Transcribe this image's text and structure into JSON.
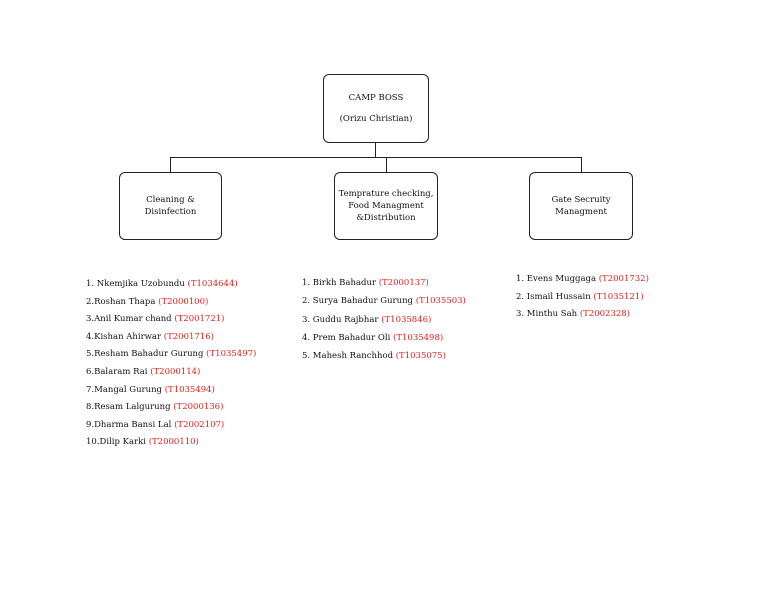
{
  "root": {
    "title": "CAMP BOSS",
    "subtitle": "(Orizu Christian)"
  },
  "branches": [
    {
      "label_lines": [
        "Cleaning &",
        "Disinfection"
      ],
      "members": [
        {
          "text": "1. Nkemjika Uzobundu ",
          "code": "(T1034644)"
        },
        {
          "text": "2.Roshan Thapa ",
          "code": "(T2000100)"
        },
        {
          "text": "3.Anil Kumar chand ",
          "code": "(T2001721)"
        },
        {
          "text": "4.Kishan Ahirwar ",
          "code": "(T2001716)"
        },
        {
          "text": "5.Resham Bahadur Gurung ",
          "code": "(T1035497)"
        },
        {
          "text": "6.Balaram Rai ",
          "code": "(T2000114)"
        },
        {
          "text": "7.Mangal Gurung ",
          "code": "(T1035494)"
        },
        {
          "text": "8.Resam Lalgurung ",
          "code": "(T2000136)"
        },
        {
          "text": "9.Dharma Bansi Lal ",
          "code": "(T2002107)"
        },
        {
          "text": "10.Dilip Karki ",
          "code": "(T2000110)"
        }
      ]
    },
    {
      "label_lines": [
        "Temprature checking,",
        "Food Managment",
        "&Distribution"
      ],
      "members": [
        {
          "text": "1. Birkh Bahadur ",
          "code": "(T2000137)"
        },
        {
          "text": "2. Surya Bahadur Gurung ",
          "code": "(T1035503)"
        },
        {
          "text": "3. Guddu Rajbhar ",
          "code": "(T1035846)"
        },
        {
          "text": "4. Prem Bahadur Oli ",
          "code": "(T1035498)"
        },
        {
          "text": "5. Mahesh Ranchhod ",
          "code": "(T1035075)"
        }
      ]
    },
    {
      "label_lines": [
        "Gate Secruity",
        "Managment"
      ],
      "members": [
        {
          "text": "1. Evens Muggaga ",
          "code": "(T2001732)"
        },
        {
          "text": "2. Ismail Hussain ",
          "code": "(T1035121)"
        },
        {
          "text": "3. Minthu Sah ",
          "code": "(T2002328)"
        }
      ]
    }
  ],
  "colors": {
    "line": "#222222",
    "id_code": "#e0201b"
  }
}
